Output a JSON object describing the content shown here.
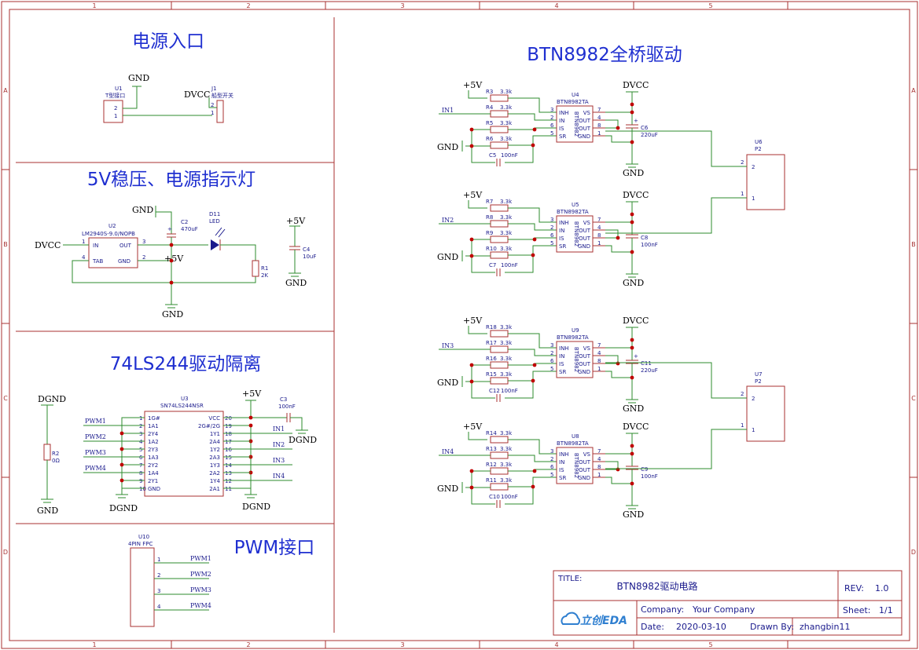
{
  "frame": {
    "columns": [
      "1",
      "2",
      "3",
      "4",
      "5"
    ],
    "rows": [
      "A",
      "B",
      "C",
      "D"
    ]
  },
  "sections": {
    "power_input": "电源入口",
    "regulator": "5V稳压、电源指示灯",
    "buffer": "74LS244驱动隔离",
    "pwm": "PWM接口",
    "bridge": "BTN8982全桥驱动"
  },
  "power_labels": {
    "gnd": "GND",
    "dgnd": "DGND",
    "p5v": "+5V",
    "dvcc": "DVCC"
  },
  "power_input": {
    "u1_ref": "U1",
    "u1_value": "T型接口",
    "j1_ref": "J1",
    "j1_value": "船型开关",
    "pin1": "1",
    "pin2": "2"
  },
  "regulator": {
    "u2_ref": "U2",
    "u2_value": "LM2940S-9.0/NOPB",
    "pin_in": "IN",
    "pin_out": "OUT",
    "pin_gnd": "GND",
    "pin_tab": "TAB",
    "num_in": "1",
    "num_out": "3",
    "num_gnd": "2",
    "num_tab": "4",
    "c2_ref": "C2",
    "c2_value": "470uF",
    "d11_ref": "D11",
    "d11_value": "LED",
    "r1_ref": "R1",
    "r1_value": "2K",
    "c4_ref": "C4",
    "c4_value": "10uF",
    "plus": "+"
  },
  "buffer": {
    "u3_ref": "U3",
    "u3_value": "SN74LS244NSR",
    "left_pins": [
      {
        "num": "1",
        "name": "1G#"
      },
      {
        "num": "2",
        "name": "1A1"
      },
      {
        "num": "3",
        "name": "2Y4"
      },
      {
        "num": "4",
        "name": "1A2"
      },
      {
        "num": "5",
        "name": "2Y3"
      },
      {
        "num": "6",
        "name": "1A3"
      },
      {
        "num": "7",
        "name": "2Y2"
      },
      {
        "num": "8",
        "name": "1A4"
      },
      {
        "num": "9",
        "name": "2Y1"
      },
      {
        "num": "10",
        "name": "GND"
      }
    ],
    "right_pins": [
      {
        "num": "20",
        "name": "VCC"
      },
      {
        "num": "19",
        "name": "2G#/2G"
      },
      {
        "num": "18",
        "name": "1Y1"
      },
      {
        "num": "17",
        "name": "2A4"
      },
      {
        "num": "16",
        "name": "1Y2"
      },
      {
        "num": "15",
        "name": "2A3"
      },
      {
        "num": "14",
        "name": "1Y3"
      },
      {
        "num": "13",
        "name": "2A2"
      },
      {
        "num": "12",
        "name": "1Y4"
      },
      {
        "num": "11",
        "name": "2A1"
      }
    ],
    "pwm_nets": [
      "PWM1",
      "PWM2",
      "PWM3",
      "PWM4"
    ],
    "in_nets": [
      "IN1",
      "IN2",
      "IN3",
      "IN4"
    ],
    "c3_ref": "C3",
    "c3_value": "100nF",
    "r2_ref": "R2",
    "r2_value": "0Ω"
  },
  "pwm": {
    "u10_ref": "U10",
    "u10_value": "4PIN FPC",
    "pins": [
      "1",
      "2",
      "3",
      "4"
    ],
    "nets": [
      "PWM1",
      "PWM2",
      "PWM3",
      "PWM4"
    ]
  },
  "bridge": {
    "chip_value": "BTN8982TA",
    "chip_body": "BTN8982",
    "chip_left_pins": [
      {
        "num": "3",
        "name": "INH"
      },
      {
        "num": "2",
        "name": "IN"
      },
      {
        "num": "6",
        "name": "IS"
      },
      {
        "num": "5",
        "name": "SR"
      }
    ],
    "chip_right_pins": [
      {
        "num": "7",
        "name": "VS"
      },
      {
        "num": "4",
        "name": "OUT"
      },
      {
        "num": "8",
        "name": "OUT"
      },
      {
        "num": "1",
        "name": "GND"
      }
    ],
    "stages": [
      {
        "chip_ref": "U4",
        "in_net": "IN1",
        "r_top": "R3",
        "r_top_val": "3.3k",
        "r_in": "R4",
        "r_in_val": "3.3k",
        "r_is": "R5",
        "r_is_val": "3.3k",
        "r_sr": "R6",
        "r_sr_val": "3.3k",
        "c_sr": "C5",
        "c_sr_val": "100nF",
        "c_out": "C6",
        "c_out_val": "220uF",
        "polar": true
      },
      {
        "chip_ref": "U5",
        "in_net": "IN2",
        "r_top": "R7",
        "r_top_val": "3.3k",
        "r_in": "R8",
        "r_in_val": "3.3k",
        "r_is": "R9",
        "r_is_val": "3.3k",
        "r_sr": "R10",
        "r_sr_val": "3.3k",
        "c_sr": "C7",
        "c_sr_val": "100nF",
        "c_out": "C8",
        "c_out_val": "100nF",
        "polar": false
      },
      {
        "chip_ref": "U9",
        "in_net": "IN3",
        "r_top": "R18",
        "r_top_val": "3.3k",
        "r_in": "R17",
        "r_in_val": "3.3k",
        "r_is": "R16",
        "r_is_val": "3.3k",
        "r_sr": "R15",
        "r_sr_val": "3.3k",
        "c_sr": "C12",
        "c_sr_val": "100nF",
        "c_out": "C11",
        "c_out_val": "220uF",
        "polar": true
      },
      {
        "chip_ref": "U8",
        "in_net": "IN4",
        "r_top": "R14",
        "r_top_val": "3.3k",
        "r_in": "R13",
        "r_in_val": "3.3k",
        "r_is": "R12",
        "r_is_val": "3.3k",
        "r_sr": "R11",
        "r_sr_val": "3.3k",
        "c_sr": "C10",
        "c_sr_val": "100nF",
        "c_out": "C9",
        "c_out_val": "100nF",
        "polar": false
      }
    ],
    "connectors": [
      {
        "ref": "U6",
        "value": "P2",
        "pins": [
          "2",
          "1"
        ]
      },
      {
        "ref": "U7",
        "value": "P2",
        "pins": [
          "2",
          "1"
        ]
      }
    ]
  },
  "title_block": {
    "title_label": "TITLE:",
    "title": "BTN8982驱动电路",
    "rev_label": "REV:",
    "rev": "1.0",
    "company_label": "Company:",
    "company": "Your Company",
    "sheet_label": "Sheet:",
    "sheet": "1/1",
    "date_label": "Date:",
    "date": "2020-03-10",
    "drawn_label": "Drawn By:",
    "drawn_by": "zhangbin11",
    "logo_text": "立创EDA"
  },
  "colors": {
    "frame": "#a83232",
    "wire": "#2e8b2e",
    "text": "#1a1a8c",
    "heading": "#1f2fd0",
    "junction": "#c00000"
  }
}
